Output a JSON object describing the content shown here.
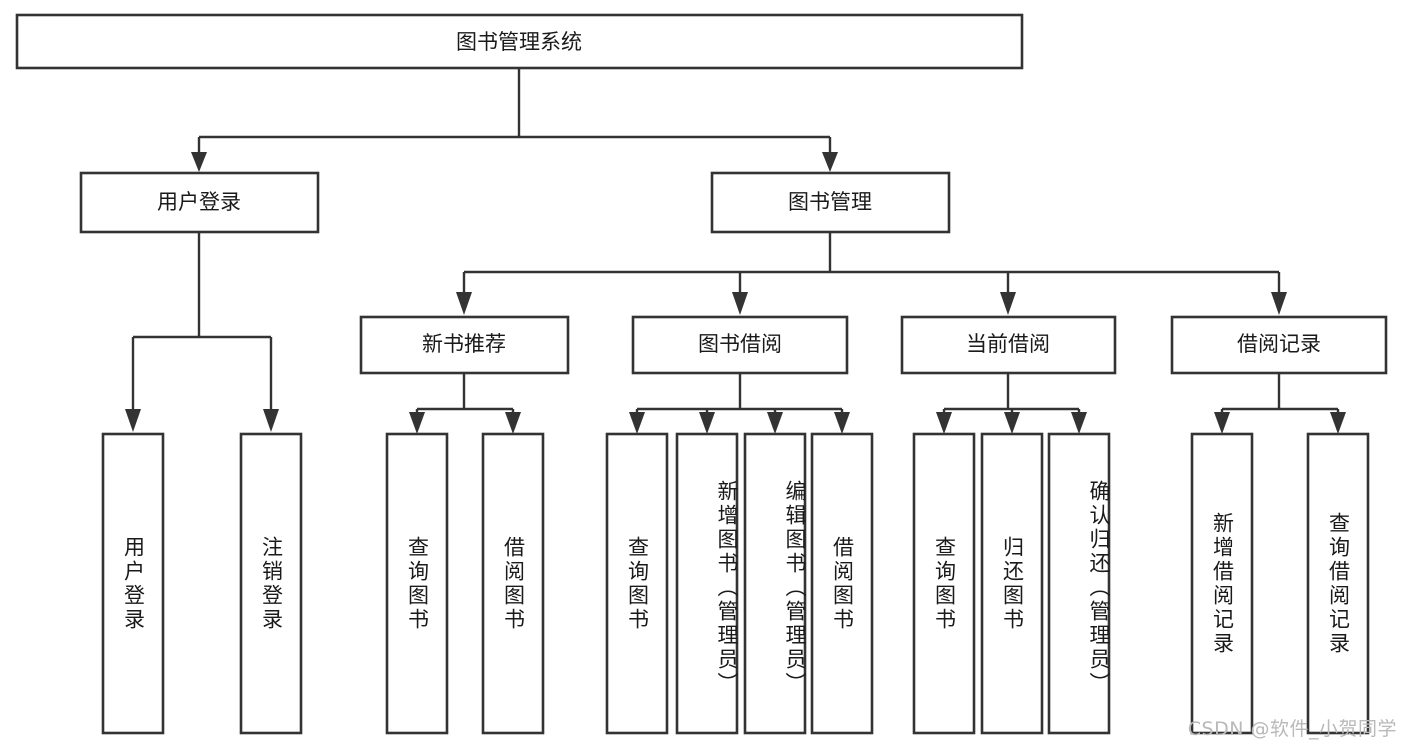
{
  "diagram": {
    "type": "hierarchy-tree",
    "root": {
      "label": "图书管理系统"
    },
    "level2": [
      {
        "label": "用户登录"
      },
      {
        "label": "图书管理"
      }
    ],
    "level3": [
      {
        "label": "新书推荐"
      },
      {
        "label": "图书借阅"
      },
      {
        "label": "当前借阅"
      },
      {
        "label": "借阅记录"
      }
    ],
    "leaves": {
      "user_login": [
        {
          "label": "用户登录"
        },
        {
          "label": "注销登录"
        }
      ],
      "new_book_recommend": [
        {
          "label": "查询图书"
        },
        {
          "label": "借阅图书"
        }
      ],
      "book_borrow": [
        {
          "label": "查询图书"
        },
        {
          "label": "新增图书（管理员）"
        },
        {
          "label": "编辑图书（管理员）"
        },
        {
          "label": "借阅图书"
        }
      ],
      "current_borrow": [
        {
          "label": "查询图书"
        },
        {
          "label": "归还图书"
        },
        {
          "label": "确认归还（管理员）"
        }
      ],
      "borrow_record": [
        {
          "label": "新增借阅记录"
        },
        {
          "label": "查询借阅记录"
        }
      ]
    }
  },
  "watermark": {
    "text": "CSDN @软件_小贺同学"
  },
  "colors": {
    "stroke": "#333333",
    "box_fill": "#ffffff",
    "text": "#1a1a1a",
    "watermark": "#b9b9b9",
    "background": "#ffffff"
  }
}
